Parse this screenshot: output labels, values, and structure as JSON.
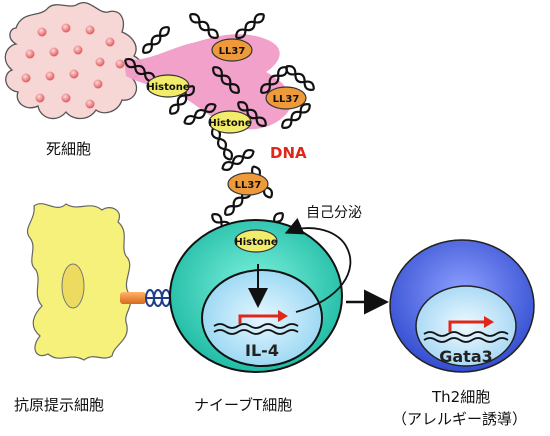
{
  "labels": {
    "dead_cell": "死細胞",
    "dna": "DNA",
    "autocrine": "自己分泌",
    "apc": "抗原提示細胞",
    "naive_t": "ナイーブT細胞",
    "th2_line1": "Th2細胞",
    "th2_line2": "（アレルギー誘導）",
    "il4": "IL-4",
    "gata3": "Gata3",
    "histone": "Histone",
    "ll37": "LL37"
  },
  "colors": {
    "dead_cell_fill": "#f6d7d5",
    "dead_cell_dot": "#e9797a",
    "dna_cloud": "#f19cc7",
    "histone": "#f1ec6a",
    "ll37": "#ee9a3b",
    "apc": "#f6f17a",
    "apc_nucleus": "#e9dc62",
    "naive_cell": "#2fd1b8",
    "nucleus_inner": "#bde7f6",
    "th2_cell": "#3856d8",
    "gene_arrow": "#e0281a",
    "dna_label": "#e0281a"
  }
}
